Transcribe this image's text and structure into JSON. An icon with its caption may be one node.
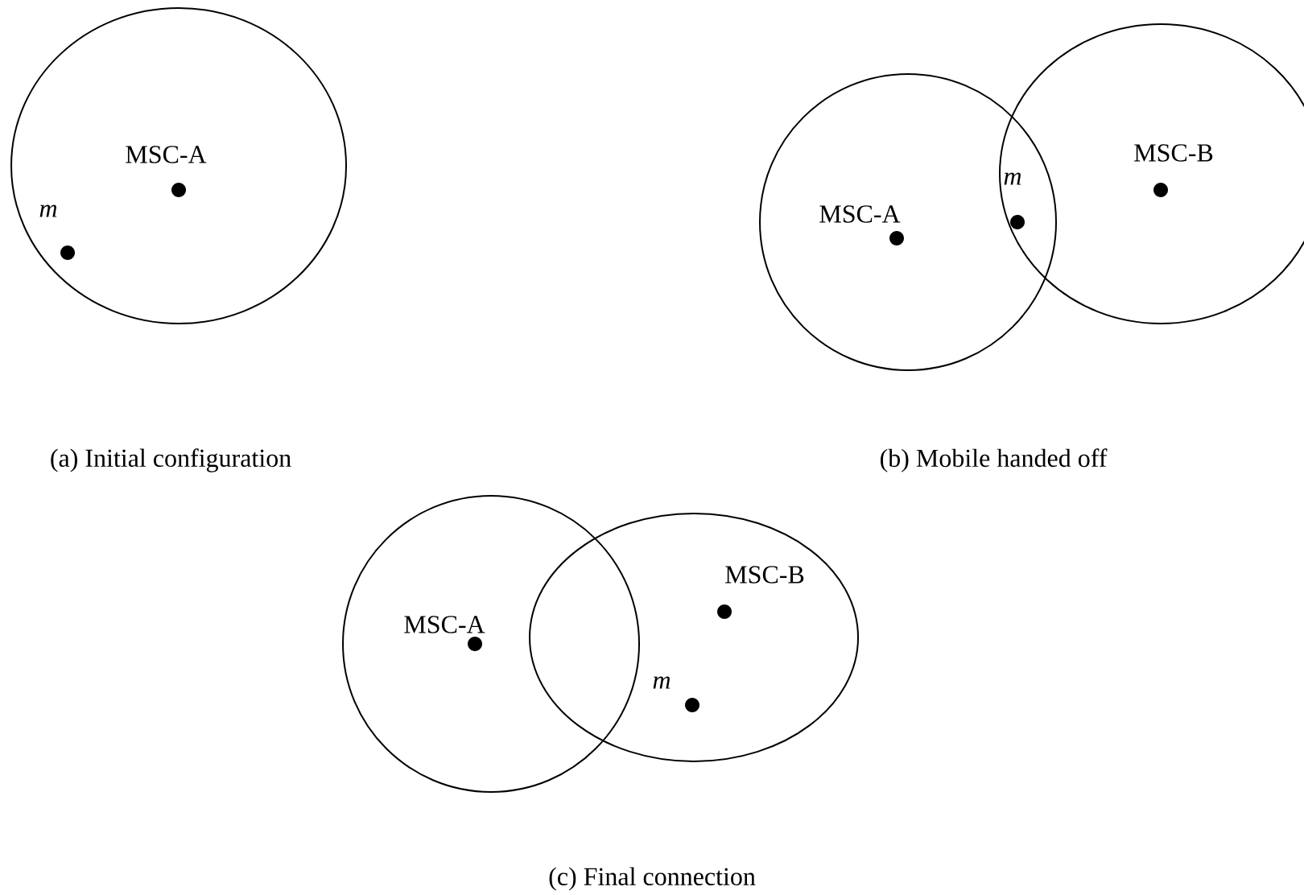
{
  "diagram": {
    "labels": [
      "MSC-A",
      "m",
      "m",
      "MSC-B",
      "MSC-A",
      "(a) Initial configuration",
      "(b) Mobile handed off",
      "MSC-B",
      "MSC-A",
      "m",
      "(c) Final connection"
    ]
  }
}
